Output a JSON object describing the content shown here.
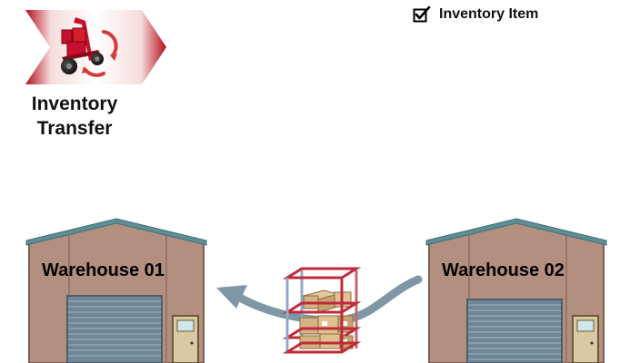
{
  "header": {
    "title_line1": "Inventory",
    "title_line2": "Transfer",
    "icon": "inventory-transfer-icon",
    "accent_color": "#c8102e"
  },
  "legend": {
    "label": "Inventory Item",
    "checked": true,
    "icon": "checkbox-checked-icon"
  },
  "warehouses": [
    {
      "label": "Warehouse 01",
      "role": "destination"
    },
    {
      "label": "Warehouse 02",
      "role": "source"
    }
  ],
  "flow": {
    "from": "Warehouse 02",
    "to": "Warehouse 01",
    "arrow_color": "#7f96a4",
    "item_icon": "shelf-with-boxes-icon"
  },
  "colors": {
    "wall": "#b38f80",
    "roof": "#5d8e95",
    "door": "#6f8697",
    "arrow": "#7f96a4"
  }
}
